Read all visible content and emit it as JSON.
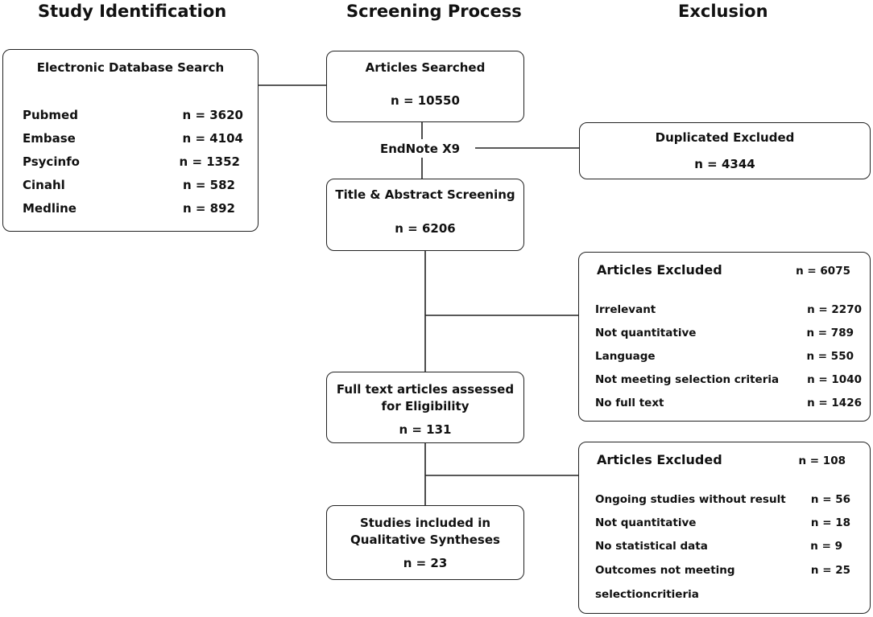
{
  "headers": {
    "identification": "Study Identification",
    "screening": "Screening Process",
    "exclusion": "Exclusion"
  },
  "database_search": {
    "title": "Electronic Database Search",
    "sources": [
      {
        "name": "Pubmed",
        "n": "n = 3620"
      },
      {
        "name": "Embase",
        "n": "n = 4104"
      },
      {
        "name": "Psycinfo",
        "n": "n = 1352"
      },
      {
        "name": "Cinahl",
        "n": "n = 582"
      },
      {
        "name": "Medline",
        "n": "n = 892"
      }
    ]
  },
  "articles_searched": {
    "title": "Articles Searched",
    "n": "n = 10550"
  },
  "endnote_label": "EndNote X9",
  "duplicates": {
    "title": "Duplicated Excluded",
    "n": "n = 4344"
  },
  "title_abstract": {
    "title": "Title & Abstract Screening",
    "n": "n = 6206"
  },
  "excluded_1": {
    "title": "Articles Excluded",
    "n": "n = 6075",
    "reasons": [
      {
        "label": "Irrelevant",
        "n": "n = 2270"
      },
      {
        "label": "Not quantitative",
        "n": "n = 789"
      },
      {
        "label": "Language",
        "n": "n = 550"
      },
      {
        "label": "Not meeting selection criteria",
        "n": "n = 1040"
      },
      {
        "label": "No full text",
        "n": "n = 1426"
      }
    ]
  },
  "full_text": {
    "title_line1": "Full text articles assessed",
    "title_line2": "for Eligibility",
    "n": "n = 131"
  },
  "excluded_2": {
    "title": "Articles Excluded",
    "n": "n = 108",
    "reasons": [
      {
        "label": "Ongoing studies without result",
        "n": "n = 56"
      },
      {
        "label": "Not quantitative",
        "n": "n = 18"
      },
      {
        "label": "No statistical data",
        "n": "n = 9"
      },
      {
        "label": "Outcomes not meeting",
        "label2": "selectioncritieria",
        "n": "n = 25"
      }
    ]
  },
  "included": {
    "title_line1": "Studies included in",
    "title_line2": "Qualitative Syntheses",
    "n": "n = 23"
  }
}
